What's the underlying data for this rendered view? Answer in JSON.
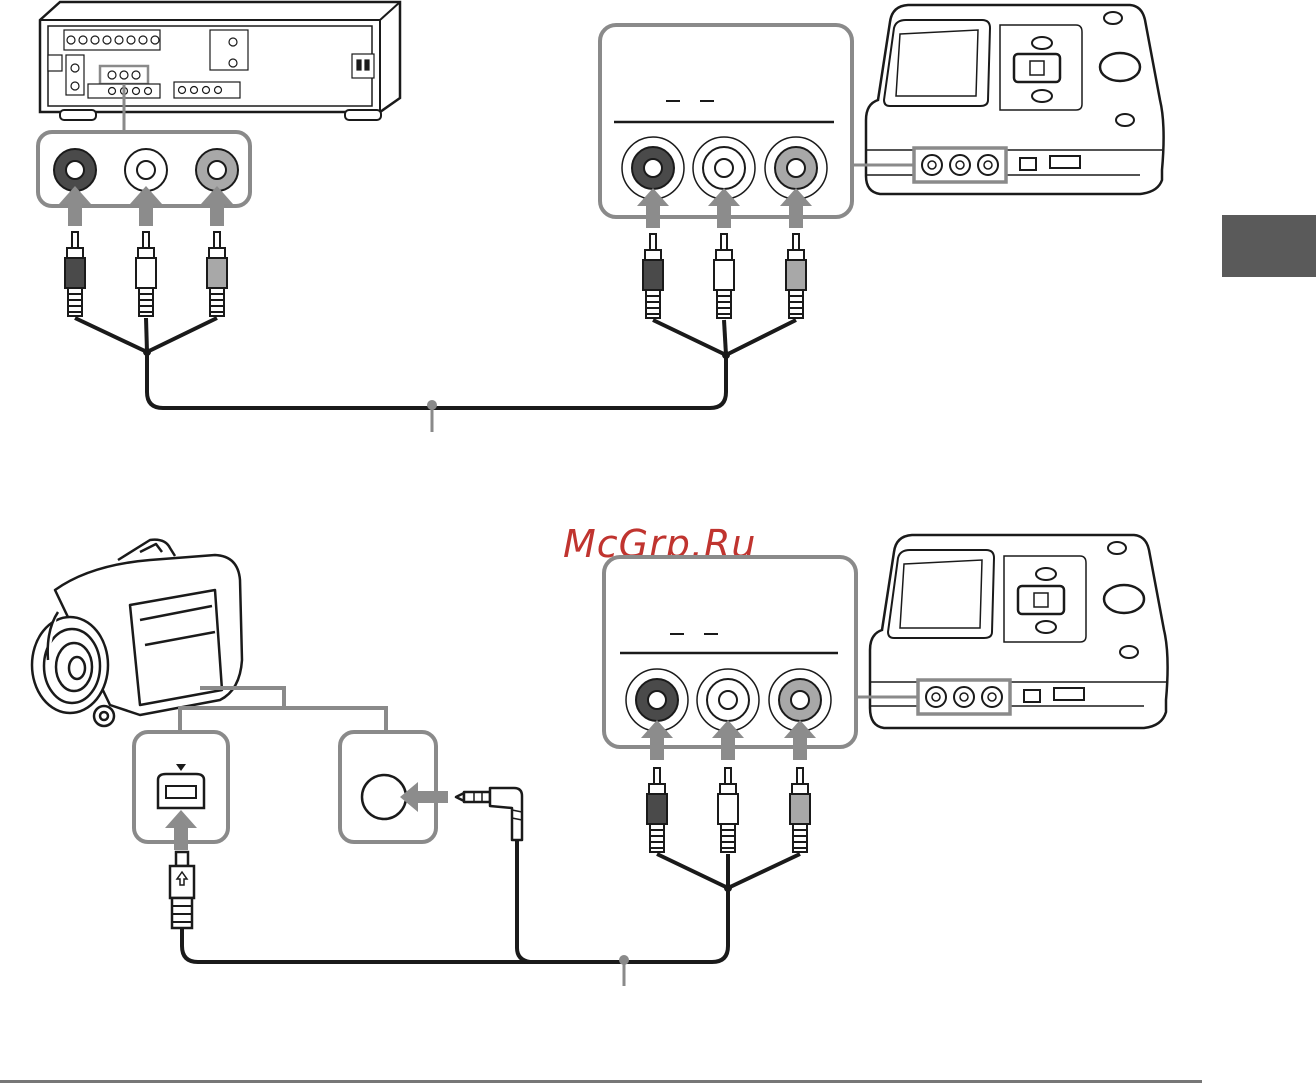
{
  "watermark": {
    "text": "McGrp.Ru",
    "color": "#c0342f"
  },
  "colors": {
    "line": "#1a1a1a",
    "callout": "#8a8a8a",
    "arrow": "#8c8c8c",
    "jack_dark": "#4a4a4a",
    "jack_light": "#a8a8a8",
    "tab": "#5a5a5a"
  },
  "icons": {
    "section_top_left": "av-receiver-rear-panel",
    "section_top_right": "dvd-writer-front",
    "section_bottom_left": "handycam-camcorder",
    "section_bottom_right": "dvd-writer-front",
    "bottom_left_port": "usb-port-icon",
    "bottom_right_port": "headphone-jack-icon"
  },
  "jack_sets": [
    {
      "id": "top-left",
      "shades": [
        "dark",
        "white",
        "light"
      ]
    },
    {
      "id": "top-right",
      "shades": [
        "dark",
        "white",
        "light"
      ]
    },
    {
      "id": "bottom-right",
      "shades": [
        "dark",
        "white",
        "light"
      ]
    }
  ]
}
